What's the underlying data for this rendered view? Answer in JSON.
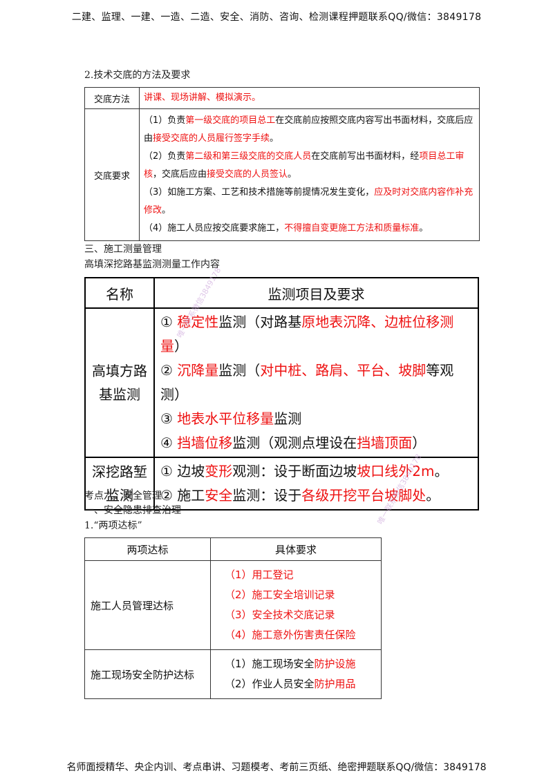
{
  "header": {
    "text": "二建、监理、一建、一造、二造、安全、消防、咨询、检测课程押题联系QQ/微信：3849178"
  },
  "footer": {
    "text": "名师面授精华、央企内训、考点串讲、习题模考、考前三页纸、绝密押题联系QQ/微信：3849178"
  },
  "section1": {
    "heading": "2.技术交底的方法及要求",
    "method_label": "交底方法",
    "method_value": "讲课、现场讲解、模拟演示。",
    "req_label": "交底要求",
    "req_lines": [
      [
        {
          "t": "（1）负责",
          "r": false
        },
        {
          "t": "第一级交底的项目总工",
          "r": true
        },
        {
          "t": "在交底前应按照交底内容写出书面材料，交底后应由",
          "r": false
        },
        {
          "t": "接受交底的人员履行签字手续",
          "r": true
        },
        {
          "t": "。",
          "r": false
        }
      ],
      [
        {
          "t": "（2）负责",
          "r": false
        },
        {
          "t": "第二级和第三级交底的交底人员",
          "r": true
        },
        {
          "t": "在交底前写出书面材料，经",
          "r": false
        },
        {
          "t": "项目总工审核",
          "r": true
        },
        {
          "t": "，交底后应由",
          "r": false
        },
        {
          "t": "接受交底的人员签认",
          "r": true
        },
        {
          "t": "。",
          "r": false
        }
      ],
      [
        {
          "t": "（3）如施工方案、工艺和技术措施等前提情况发生变化，",
          "r": false
        },
        {
          "t": "应及时对交底内容作补充修改",
          "r": true
        },
        {
          "t": "。",
          "r": false
        }
      ],
      [
        {
          "t": "（4）施工人员应按交底要求施工，",
          "r": false
        },
        {
          "t": "不得擅自变更施工方法和质量标准",
          "r": true
        },
        {
          "t": "。",
          "r": false
        }
      ]
    ]
  },
  "section2": {
    "heading": "三、施工测量管理",
    "subheading": "高填深挖路基监测测量工作内容",
    "col1": "名称",
    "col2": "监测项目及要求",
    "row1_label": "高填方路基监测",
    "row1_lines": [
      [
        {
          "t": "① ",
          "r": false
        },
        {
          "t": "稳定性",
          "r": true
        },
        {
          "t": "监测（对路基",
          "r": false
        },
        {
          "t": "原地表沉降、边桩位移测量",
          "r": true
        },
        {
          "t": "）",
          "r": false
        }
      ],
      [
        {
          "t": "② ",
          "r": false
        },
        {
          "t": "沉降量",
          "r": true
        },
        {
          "t": "监测（",
          "r": false
        },
        {
          "t": "对中桩、路肩、平台、坡脚",
          "r": true
        },
        {
          "t": "等观测）",
          "r": false
        }
      ],
      [
        {
          "t": "③ ",
          "r": false
        },
        {
          "t": "地表水平位移量",
          "r": true
        },
        {
          "t": "监测",
          "r": false
        }
      ],
      [
        {
          "t": "④ ",
          "r": false
        },
        {
          "t": "挡墙位移",
          "r": true
        },
        {
          "t": "监测（观测点埋设在",
          "r": false
        },
        {
          "t": "挡墙顶面",
          "r": true
        },
        {
          "t": "）",
          "r": false
        }
      ]
    ],
    "row2_label": "深挖路堑监测",
    "row2_lines": [
      [
        {
          "t": "① 边坡",
          "r": false
        },
        {
          "t": "变形",
          "r": true
        },
        {
          "t": "观测：设于断面边坡",
          "r": false
        },
        {
          "t": "坡口线外2m",
          "r": true
        },
        {
          "t": "。",
          "r": false
        }
      ],
      [
        {
          "t": "② 施工",
          "r": false
        },
        {
          "t": "安全",
          "r": true
        },
        {
          "t": "监测：设于",
          "r": false
        },
        {
          "t": "各级开挖平台坡脚处",
          "r": true
        },
        {
          "t": "。",
          "r": false
        }
      ]
    ]
  },
  "section3": {
    "heading1": "考点六：安全管理",
    "heading2": "一、安全隐患排查治理",
    "heading3": "1.“两项达标”",
    "col1": "两项达标",
    "col2": "具体要求",
    "row1_label": "施工人员管理达标",
    "row1_lines": [
      [
        {
          "t": "（1）用工登记",
          "r": true
        }
      ],
      [
        {
          "t": "（2）施工安全培训记录",
          "r": true
        }
      ],
      [
        {
          "t": "（3）安全技术交底记录",
          "r": true
        }
      ],
      [
        {
          "t": "（4）施工意外伤害责任保险",
          "r": true
        }
      ]
    ],
    "row2_label": "施工现场安全防护达标",
    "row2_lines": [
      [
        {
          "t": "（1）施工现场安全",
          "r": false
        },
        {
          "t": "防护设施",
          "r": true
        }
      ],
      [
        {
          "t": "（2）作业人员安全",
          "r": false
        },
        {
          "t": "防护用品",
          "r": true
        }
      ]
    ]
  },
  "watermarks": [
    "唯一联系微信3849178",
    "唯一联系微信3849178"
  ],
  "colors": {
    "highlight": "#ee1111",
    "text": "#111111",
    "watermark": "#c9a0d8"
  }
}
